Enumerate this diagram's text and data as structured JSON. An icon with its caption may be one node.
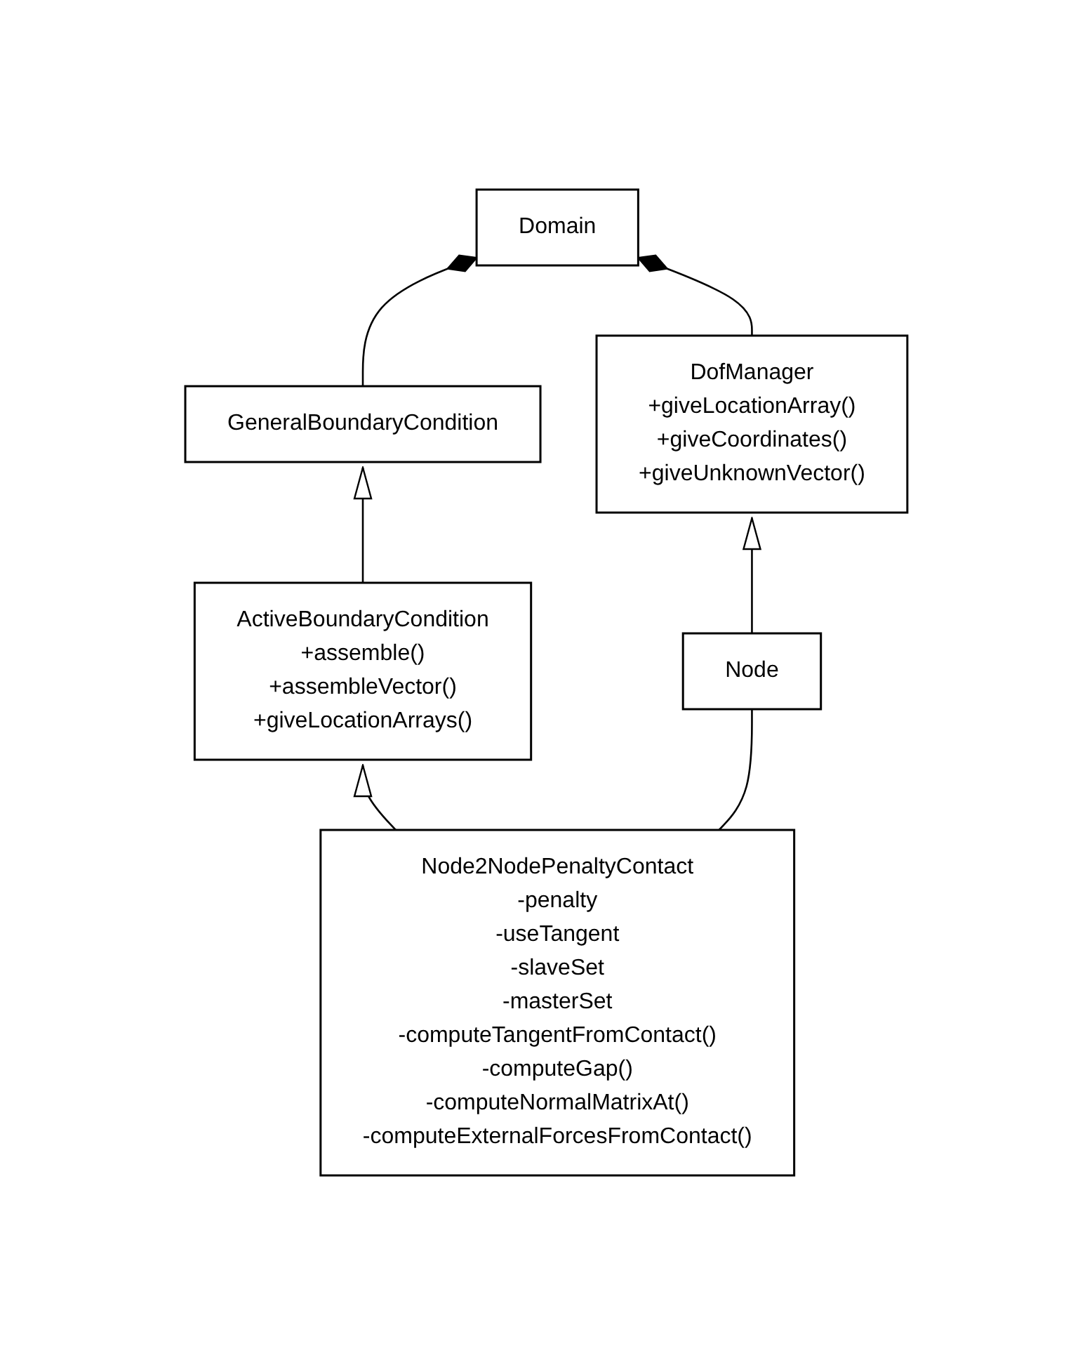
{
  "diagram": {
    "nodes": [
      {
        "text": [
          "Domain"
        ]
      },
      {
        "text": [
          "DofManager",
          "+giveLocationArray()",
          "+giveCoordinates()",
          "+giveUnknownVector()"
        ]
      },
      {
        "text": [
          "GeneralBoundaryCondition"
        ]
      },
      {
        "text": [
          "ActiveBoundaryCondition",
          "+assemble()",
          "+assembleVector()",
          "+giveLocationArrays()"
        ]
      },
      {
        "text": [
          "Node"
        ]
      },
      {
        "text": [
          "Node2NodePenaltyContact",
          "-penalty",
          "-useTangent",
          "-slaveSet",
          "-masterSet",
          "-computeTangentFromContact()",
          "-computeGap()",
          "-computeNormalMatrixAt()",
          "-computeExternalForcesFromContact()"
        ]
      }
    ],
    "edges": [
      {
        "from": 0,
        "to": 2,
        "arrow": "other"
      },
      {
        "from": 0,
        "to": 1,
        "arrow": "other"
      },
      {
        "from": 3,
        "to": 2,
        "arrow": "to"
      },
      {
        "from": 4,
        "to": 1,
        "arrow": "to"
      },
      {
        "from": 5,
        "to": 3,
        "arrow": "to"
      },
      {
        "from": 4,
        "to": 5,
        "arrow": "none"
      }
    ]
  }
}
